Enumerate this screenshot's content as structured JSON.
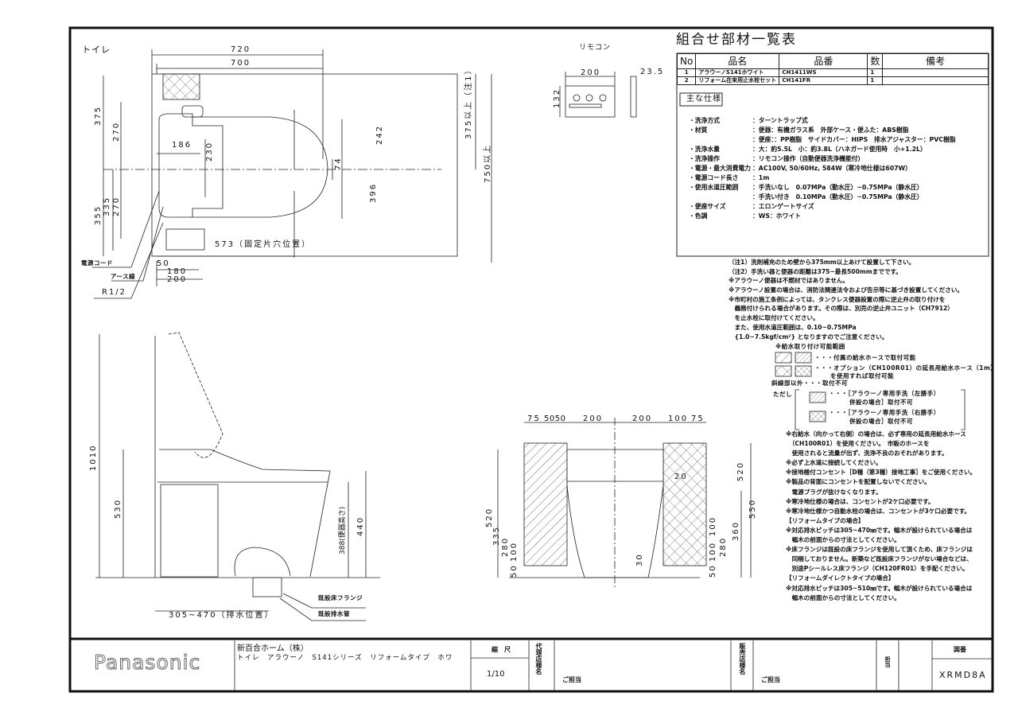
{
  "plan": {
    "title": "トイレ",
    "dims": {
      "d720": "720",
      "d700": "700",
      "d375": "375",
      "d270a": "270",
      "d186": "186",
      "d230": "230",
      "d242": "242",
      "d74": "74",
      "d396": "396",
      "d355": "355",
      "d335": "335",
      "d270b": "270",
      "d573": "573（固定片穴位置）",
      "d375min": "375以上（注1）",
      "d750min": "750以上",
      "d50": "50",
      "d180": "180",
      "d200": "200"
    },
    "labels": {
      "power_cord": "電源コード",
      "earth_wire": "アース線",
      "r12": "R1/2"
    }
  },
  "remote": {
    "title": "リモコン",
    "width": "200",
    "height": "132",
    "depth": "23.5"
  },
  "side": {
    "dims": {
      "d1010": "1010",
      "d530": "530",
      "d440": "440",
      "d388": "388(便器高さ)",
      "d305": "305~470（排水位置）"
    },
    "labels": {
      "flange": "既設床フランジ",
      "drain": "既設排水管"
    }
  },
  "front": {
    "top_dims": [
      "75",
      "5050",
      "200",
      "200",
      "100",
      "75"
    ],
    "left_dims": {
      "d520": "520",
      "d335": "335",
      "d280": "280",
      "d100": "100",
      "d50": "50"
    },
    "right_dims": {
      "d20": "20",
      "d520": "520",
      "d550": "550",
      "d360": "360",
      "d280": "280",
      "d100a": "100",
      "d100b": "100",
      "d50": "50",
      "d30": "30"
    }
  },
  "parts_table": {
    "title": "組合せ部材一覧表",
    "headers": [
      "No",
      "品名",
      "品番",
      "数",
      "備考"
    ],
    "rows": [
      [
        "1",
        "アラウーノS141ホワイト",
        "CH1411WS",
        "1",
        ""
      ],
      [
        "2",
        "リフォーム在来用止水栓セット",
        "CH141FR",
        "1",
        ""
      ]
    ]
  },
  "specs": {
    "heading": "主な仕様",
    "items": [
      {
        "label": "・洗浄方式",
        "value": "：ターントラップ式"
      },
      {
        "label": "・材質",
        "value": "：便器：有機ガラス系　外部ケース・便ふた：ABS樹脂"
      },
      {
        "label": "",
        "value": "：便座：：PP樹脂　サイドカバー：HIPS　排水アジャスター：PVC樹脂"
      },
      {
        "label": "・洗浄水量",
        "value": "：大：約5.5L　小：約3.8L（ハネガード使用時　小+1.2L）"
      },
      {
        "label": "・洗浄操作",
        "value": "：リモコン操作（自動便器洗浄機能付）"
      },
      {
        "label": "・電源・最大消費電力",
        "value": "：AC100V, 50/60Hz, 584W（寒冷地仕様は607W）"
      },
      {
        "label": "・電源コード長さ",
        "value": "：1m"
      },
      {
        "label": "・使用水道圧範囲",
        "value": "：手洗いなし　0.07MPa（動水圧）~0.75MPa（静水圧）"
      },
      {
        "label": "",
        "value": "：手洗い付き　0.10MPa（動水圧）~0.75MPa（静水圧）"
      },
      {
        "label": "・便座サイズ",
        "value": "：エロンゲートサイズ"
      },
      {
        "label": "・色調",
        "value": "：WS：ホワイト"
      }
    ]
  },
  "notes1": [
    "（注1）洗剤補充のため壁から375mm以上あけて設置して下さい。",
    "（注2）手洗い器と便器の距離は375~最長500mmまでです。",
    "※アラウーノ便器は不燃材ではありません。",
    "※アラウーノ設置の場合は、消防法関連法令および告示等に基づき設置してください。",
    "※市町村の施工条例によっては、タンクレス便器設置の際に逆止弁の取り付けを",
    "　義務付けられる場合があります。その際は、別売の逆止弁ユニット（CH7912）",
    "　を止水栓に取付けてください。",
    "　また、使用水道圧範囲は、0.10~0.75MPa",
    "　{1.0~7.5kgf/cm²} となりますのでご注意ください。"
  ],
  "legend": {
    "title": "※給水取り付け可能範囲",
    "row1": "・・・付属の給水ホースで取付可能",
    "row2a": "・・・オプション（CH100R01）の延長用給水ホース（1m）",
    "row2b": "を使用すれば取付可能",
    "outside": "斜線部以外・・・取付不可",
    "however": "ただし",
    "left_a": "・・・［アラウーノ専用手洗（左勝手）",
    "left_b": "併設の場合］取付不可",
    "right_a": "・・・［アラウーノ専用手洗（右勝手）",
    "right_b": "併設の場合］取付不可"
  },
  "notes2": [
    "※右給水（向かって右側）の場合は、必ず専用の延長用給水ホース",
    "　（CH100R01）を使用ください。　市販のホースを",
    "　使用されると流量が出ず、洗浄不良のおそれがあります。",
    "※必ず上水道に接続してください。",
    "※接地極付コンセント［D種（第3種）接地工事］をご使用ください。",
    "※製品の背面にコンセントを配置しないでください。",
    "　電源プラグが抜けなくなります。",
    "※寒冷地仕様の場合は、コンセントが2ケ口必要です。",
    "※寒冷地仕様かつ自動水栓の場合は、コンセントが3ケ口必要です。",
    "【リフォームタイプの場合】",
    "※対応排水ピッチは305~470㎜です。幅木が設けられている場合は",
    "　幅木の前面からの寸法としてください。",
    "※床フランジは既設の床フランジを使用して頂くため、床フランジは",
    "　同梱しておりません。新築など既設床フランジがない場合などは、",
    "　別途Pシールレス床フランジ（CH120FR01）を手配ください。",
    "【リフォームダイレクトタイプの場合】",
    "※対応排水ピッチは305~510㎜です。幅木が設けられている場合は",
    "　幅木の前面からの寸法としてください。"
  ],
  "title_block": {
    "logo": "Panasonic",
    "client": "新百合ホーム（株）",
    "drawing_title": "トイレ　アラウーノ　S141シリーズ　リフォームタイプ　ホワ",
    "scale_label": "縮　尺",
    "scale": "1/10",
    "agency_label": "代理店様名",
    "agency_person": "ご担当",
    "dealer_label": "販売店様名",
    "dealer_person": "ご担当",
    "staff_label": "担当",
    "drawing_no_label": "図番",
    "drawing_no": "XRMD8A"
  }
}
